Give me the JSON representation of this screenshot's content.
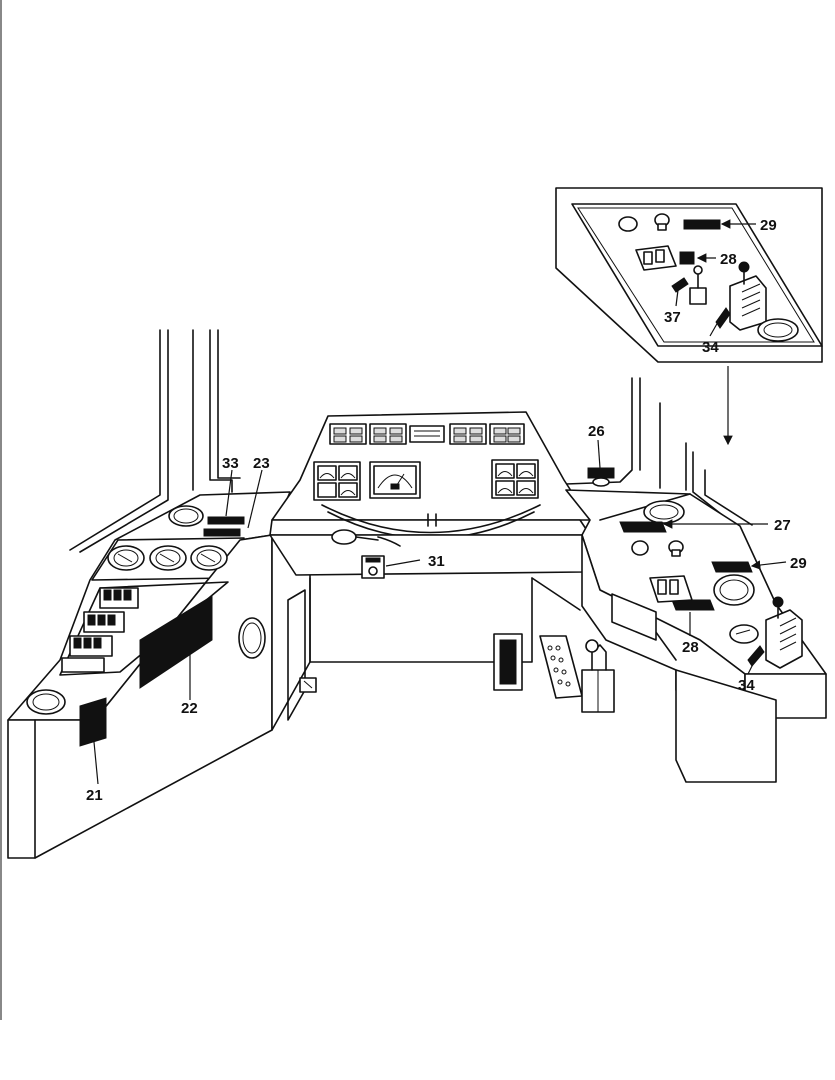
{
  "callouts": [
    {
      "id": "c21",
      "label": "21"
    },
    {
      "id": "c22",
      "label": "22"
    },
    {
      "id": "c23",
      "label": "23"
    },
    {
      "id": "c33",
      "label": "33"
    },
    {
      "id": "c26",
      "label": "26"
    },
    {
      "id": "c27",
      "label": "27"
    },
    {
      "id": "c29",
      "label": "29"
    },
    {
      "id": "c28",
      "label": "28"
    },
    {
      "id": "c34",
      "label": "34"
    },
    {
      "id": "c31",
      "label": "31"
    },
    {
      "id": "c29-inset",
      "label": "29"
    },
    {
      "id": "c28-inset",
      "label": "28"
    },
    {
      "id": "c37-inset",
      "label": "37"
    },
    {
      "id": "c34-inset",
      "label": "34"
    }
  ],
  "colors": {
    "line": "#111111",
    "background": "#ffffff"
  }
}
